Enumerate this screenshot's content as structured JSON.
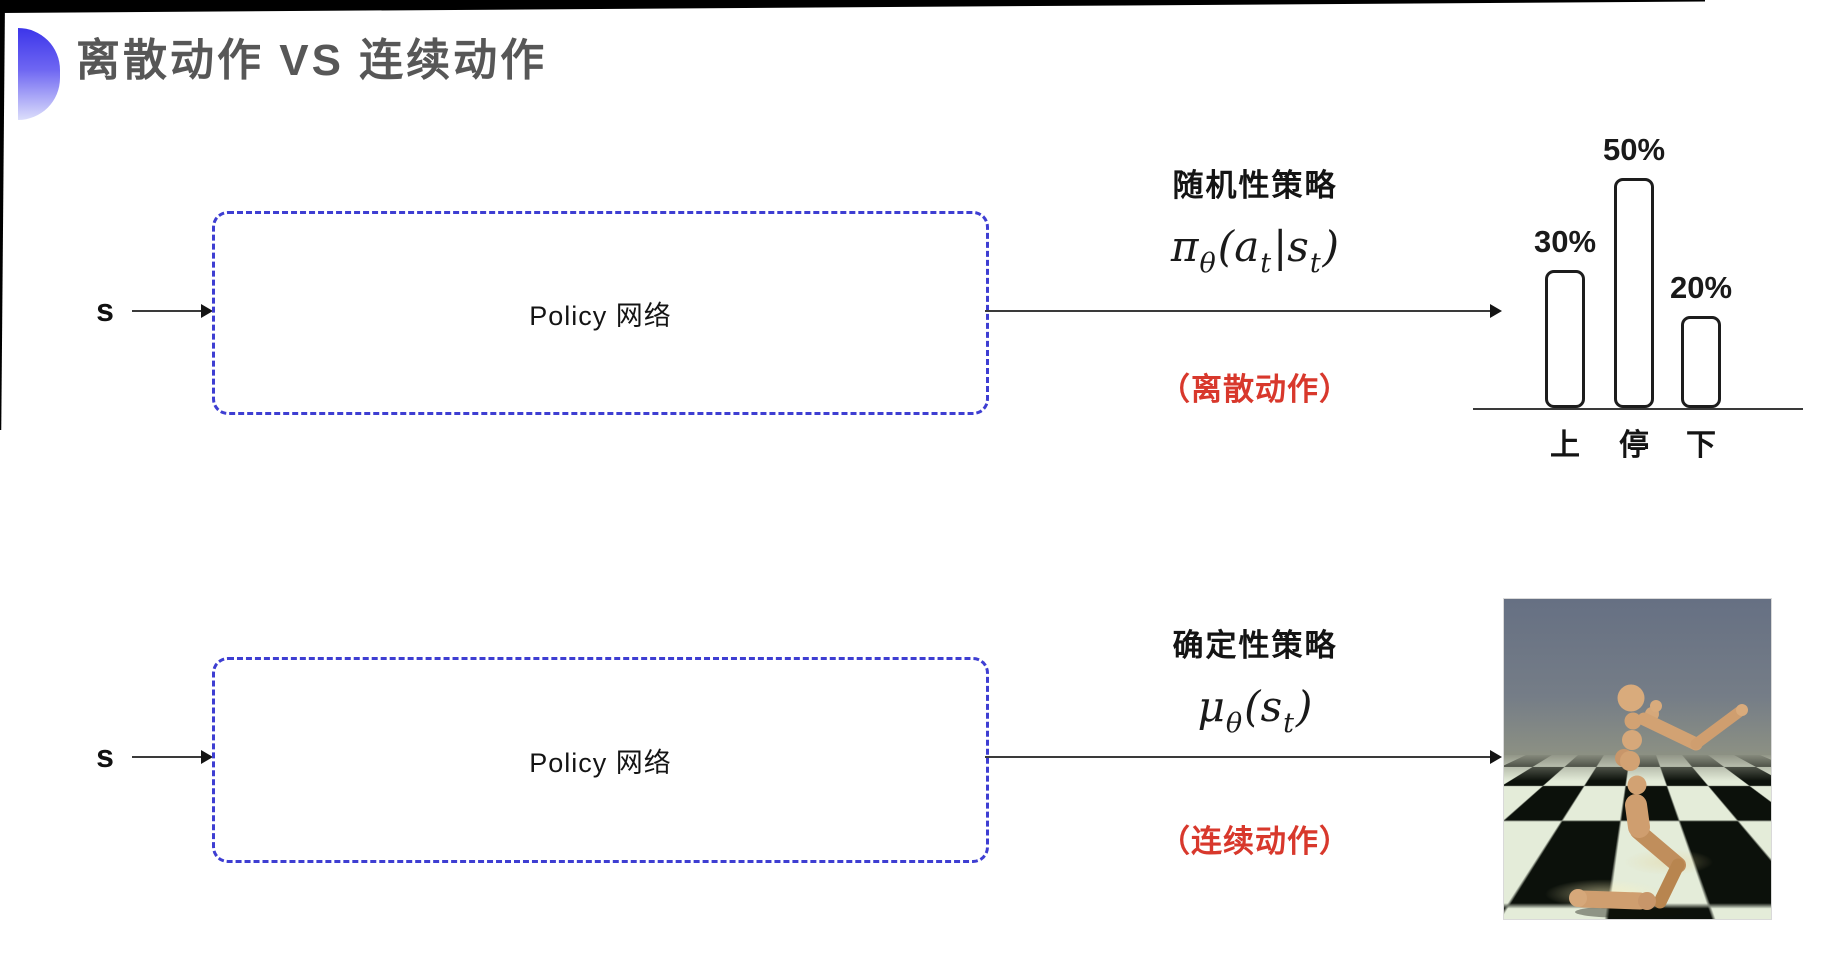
{
  "title": {
    "text": "离散动作 VS 连续动作"
  },
  "colors": {
    "accent_blue": "#3e3ed2",
    "title_gray": "#575757",
    "note_red": "#d8382c",
    "text_black": "#141414",
    "bullet_gradient_top": "#3c35ea",
    "bullet_gradient_bottom": "#dcdefb"
  },
  "rows": {
    "top": {
      "input_label": "s",
      "box_label": "Policy 网络",
      "policy_name": "随机性策略",
      "formula_tokens": [
        {
          "t": "π",
          "sub": false
        },
        {
          "t": "θ",
          "sub": true
        },
        {
          "t": "(",
          "sub": false
        },
        {
          "t": "a",
          "sub": false
        },
        {
          "t": "t",
          "sub": true
        },
        {
          "t": "|",
          "sub": false
        },
        {
          "t": "s",
          "sub": false
        },
        {
          "t": "t",
          "sub": true
        },
        {
          "t": ")",
          "sub": false
        }
      ],
      "action_note": "（离散动作）"
    },
    "bottom": {
      "input_label": "s",
      "box_label": "Policy 网络",
      "policy_name": "确定性策略",
      "formula_tokens": [
        {
          "t": "μ",
          "sub": false
        },
        {
          "t": "θ",
          "sub": true
        },
        {
          "t": "(",
          "sub": false
        },
        {
          "t": "s",
          "sub": false
        },
        {
          "t": "t",
          "sub": true
        },
        {
          "t": ")",
          "sub": false
        }
      ],
      "action_note": "（连续动作）"
    }
  },
  "chart_data": {
    "type": "bar",
    "categories": [
      "上",
      "停",
      "下"
    ],
    "values": [
      30,
      50,
      20
    ],
    "value_labels": [
      "30%",
      "50%",
      "20%"
    ],
    "title": "",
    "xlabel": "",
    "ylabel": "",
    "ylim": [
      0,
      60
    ],
    "grid": false,
    "legend": false
  },
  "simulator_image": {
    "description": "humanoid robot running on checkered floor"
  }
}
